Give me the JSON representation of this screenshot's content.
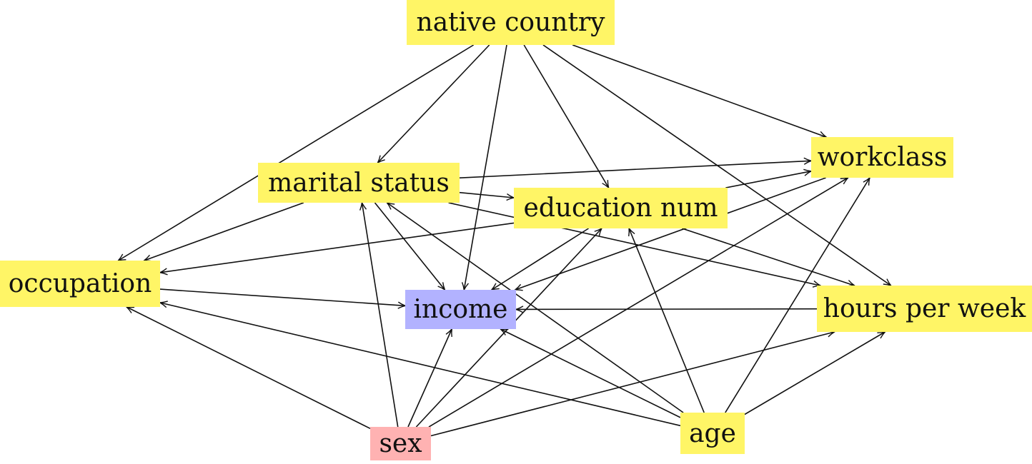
{
  "nodes": {
    "native_country": {
      "label": "native country",
      "color": "#fff566"
    },
    "marital_status": {
      "label": "marital status",
      "color": "#fff566"
    },
    "workclass": {
      "label": "workclass",
      "color": "#fff566"
    },
    "education_num": {
      "label": "education num",
      "color": "#fff566"
    },
    "occupation": {
      "label": "occupation",
      "color": "#fff566"
    },
    "income": {
      "label": "income",
      "color": "#b2b2ff"
    },
    "hours_per_week": {
      "label": "hours per week",
      "color": "#fff566"
    },
    "sex": {
      "label": "sex",
      "color": "#ffb2b2"
    },
    "age": {
      "label": "age",
      "color": "#fff566"
    }
  },
  "edges": [
    [
      "native_country",
      "occupation"
    ],
    [
      "native_country",
      "marital_status"
    ],
    [
      "native_country",
      "income"
    ],
    [
      "native_country",
      "education_num"
    ],
    [
      "native_country",
      "hours_per_week"
    ],
    [
      "native_country",
      "workclass"
    ],
    [
      "marital_status",
      "workclass"
    ],
    [
      "marital_status",
      "education_num"
    ],
    [
      "marital_status",
      "occupation"
    ],
    [
      "marital_status",
      "income"
    ],
    [
      "marital_status",
      "hours_per_week"
    ],
    [
      "education_num",
      "workclass"
    ],
    [
      "education_num",
      "occupation"
    ],
    [
      "education_num",
      "income"
    ],
    [
      "education_num",
      "hours_per_week"
    ],
    [
      "occupation",
      "income"
    ],
    [
      "workclass",
      "income"
    ],
    [
      "hours_per_week",
      "income"
    ],
    [
      "sex",
      "occupation"
    ],
    [
      "sex",
      "marital_status"
    ],
    [
      "sex",
      "income"
    ],
    [
      "sex",
      "education_num"
    ],
    [
      "sex",
      "workclass"
    ],
    [
      "sex",
      "hours_per_week"
    ],
    [
      "age",
      "occupation"
    ],
    [
      "age",
      "marital_status"
    ],
    [
      "age",
      "income"
    ],
    [
      "age",
      "education_num"
    ],
    [
      "age",
      "workclass"
    ],
    [
      "age",
      "hours_per_week"
    ]
  ]
}
